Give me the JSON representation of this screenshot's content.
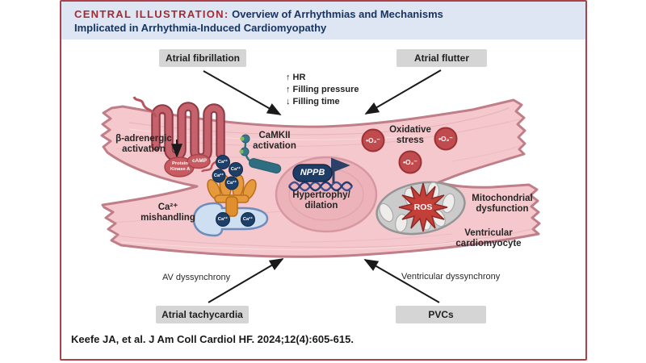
{
  "header": {
    "label": "CENTRAL ILLUSTRATION:",
    "title_line1": "Overview of Arrhythmias and Mechanisms",
    "title_line2": "Implicated in Arrhythmia-Induced Cardiomyopathy"
  },
  "trigger_boxes": {
    "atrial_fibrillation": "Atrial fibrillation",
    "atrial_flutter": "Atrial flutter",
    "atrial_tachycardia": "Atrial tachycardia",
    "pvcs": "PVCs"
  },
  "hemodynamics": {
    "hr": "↑ HR",
    "filling_pressure": "↑ Filling pressure",
    "filling_time": "↓ Filling time"
  },
  "dyssynchrony": {
    "av": "AV dyssynchrony",
    "ventricular": "Ventricular dyssynchrony"
  },
  "cell": {
    "beta_line1": "β-adrenergic",
    "beta_line2": "activation",
    "pka_line1": "Protein",
    "pka_line2": "Kinase A",
    "camp": "cAMP",
    "camkii_line1": "CaMKII",
    "camkii_line2": "activation",
    "ca_ion": "Ca²⁺",
    "ca_mishandling_line1": "Ca²⁺",
    "ca_mishandling_line2": "mishandling",
    "nppb_gene": "NPPB",
    "hypertrophy_line1": "Hypertrophy/",
    "hypertrophy_line2": "dilation",
    "oxidative_line1": "Oxidative",
    "oxidative_line2": "stress",
    "superoxide": "•O₂⁻",
    "ros": "ROS",
    "mito_line1": "Mitochondrial",
    "mito_line2": "dysfunction",
    "cell_name_line1": "Ventricular",
    "cell_name_line2": "cardiomyocyte"
  },
  "citation": "Keefe JA, et al. J Am Coll Cardiol HF. 2024;12(4):605-615.",
  "colors": {
    "frame_border": "#ad4149",
    "header_bg": "#dde6f2",
    "header_label": "#a22b35",
    "header_title": "#173561",
    "trigger_box_bg": "#d5d5d5",
    "cell_fill": "#f4c8cc",
    "cell_stroke": "#bf7e88",
    "nucleus_fill": "#ecb3ba",
    "gene_navy": "#1e3d66",
    "superoxide_red": "#bf4b4e",
    "ros_red": "#c24038",
    "channel_orange": "#e79a3d",
    "sr_blue": "#cfdff2",
    "camkii_teal": "#2f6e81",
    "ca_ion_navy": "#1e3f68",
    "receptor_red": "#c5626c"
  }
}
